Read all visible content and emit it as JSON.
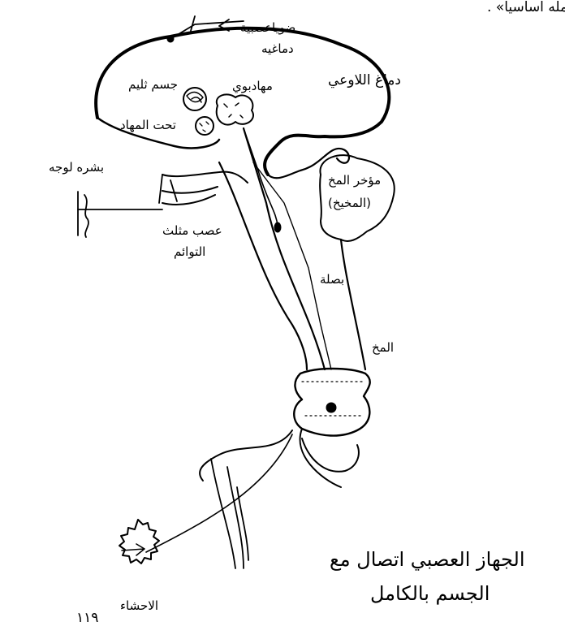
{
  "header_text": "عمله اساسيا» .",
  "labels": {
    "nerve_rays": "ضوياعصبية",
    "brain_word": "دماغيه",
    "thalamus": "جسم ثليم",
    "hypothalamus": "مهادبوي",
    "subthalamus": "تحت المهاد",
    "unconscious_brain": "دماغ اللاوعي",
    "skin": "بشره لوجه",
    "trigeminal_1": "عصب مثلث",
    "trigeminal_2": "التوائم",
    "hindbrain_1": "مؤخر المخ",
    "hindbrain_2": "(المخيخ)",
    "medulla": "بصلة",
    "spinal_cord": "المخ",
    "viscera": "الاحشاء",
    "page_number": "١١٩"
  },
  "caption": {
    "line1": "الجهاز العصبي اتصال مع",
    "line2": "الجسم بالكامل"
  },
  "colors": {
    "ink": "#000000",
    "paper": "#ffffff"
  }
}
